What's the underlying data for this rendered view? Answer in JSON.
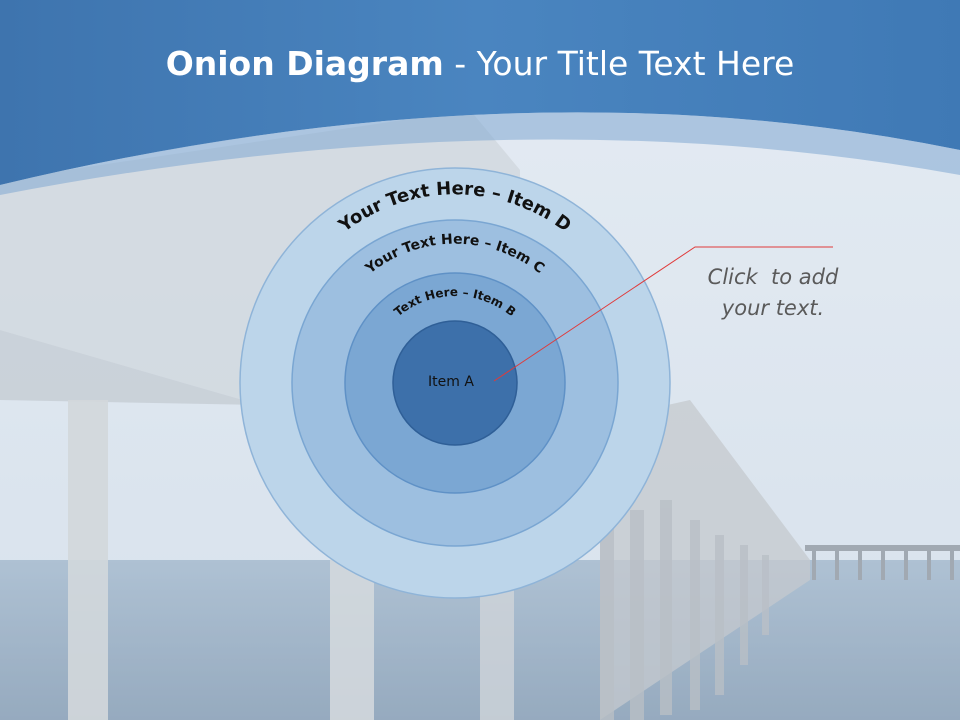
{
  "slide": {
    "title_bold": "Onion Diagram",
    "title_rest": " - Your Title Text Here"
  },
  "diagram": {
    "rings": [
      {
        "id": "d",
        "label": "Your Text Here – Item D",
        "color": "#bcd5ea"
      },
      {
        "id": "c",
        "label": "Your Text Here – Item C",
        "color": "#9dbfe0"
      },
      {
        "id": "b",
        "label": "Text Here – Item B",
        "color": "#7ba7d3"
      },
      {
        "id": "a",
        "label": "Item A",
        "color": "#3d70aa"
      }
    ],
    "callout_lines": [
      "Click  to add",
      "your text."
    ],
    "connector_color": "#e03a3a"
  },
  "colors": {
    "header_blue": "#3f78b4",
    "sky": "#d6e1ed",
    "sea": "#8fa9c2"
  }
}
